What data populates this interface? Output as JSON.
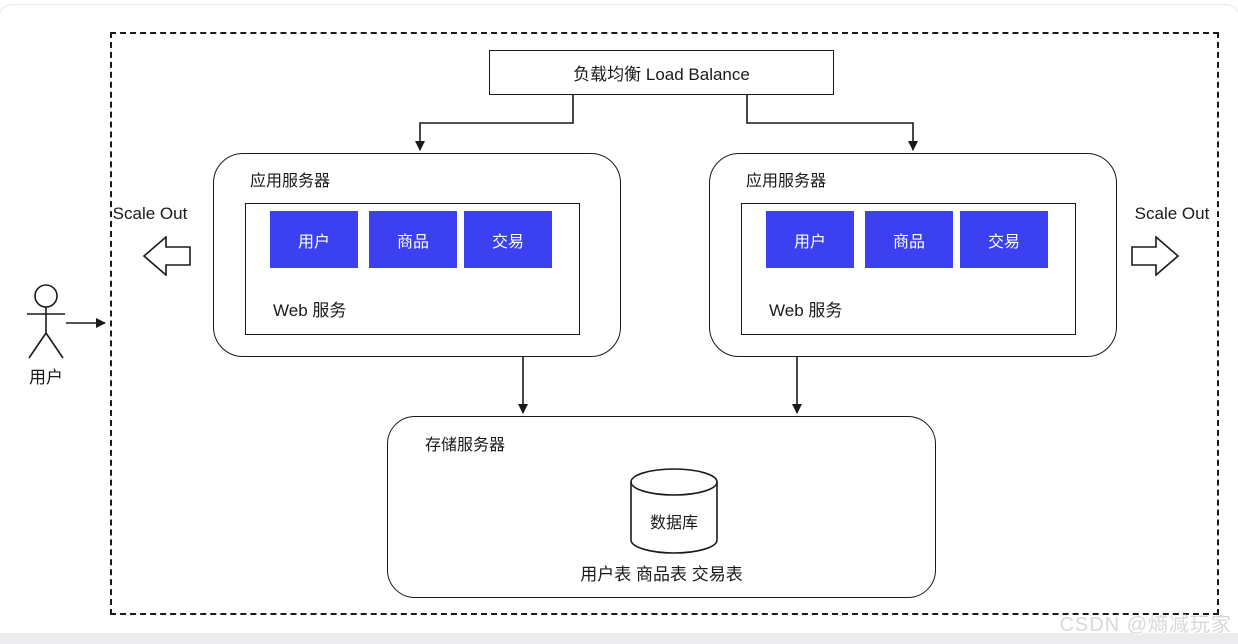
{
  "colors": {
    "module_blue": "#3b41f1",
    "line": "#1a1a1a",
    "watermark_gray": "#d9d9dd",
    "page_strip": "#ececef"
  },
  "load_balancer": {
    "label": "负载均衡 Load Balance"
  },
  "actor": {
    "label": "用户"
  },
  "scale_out": {
    "left_label": "Scale Out",
    "right_label": "Scale Out"
  },
  "app_servers": [
    {
      "title": "应用服务器",
      "web_service_label": "Web 服务",
      "modules": [
        "用户",
        "商品",
        "交易"
      ]
    },
    {
      "title": "应用服务器",
      "web_service_label": "Web 服务",
      "modules": [
        "用户",
        "商品",
        "交易"
      ]
    }
  ],
  "storage_server": {
    "title": "存储服务器",
    "database_label": "数据库",
    "tables_label": "用户表 商品表 交易表"
  },
  "watermark": "CSDN @熵减玩家"
}
